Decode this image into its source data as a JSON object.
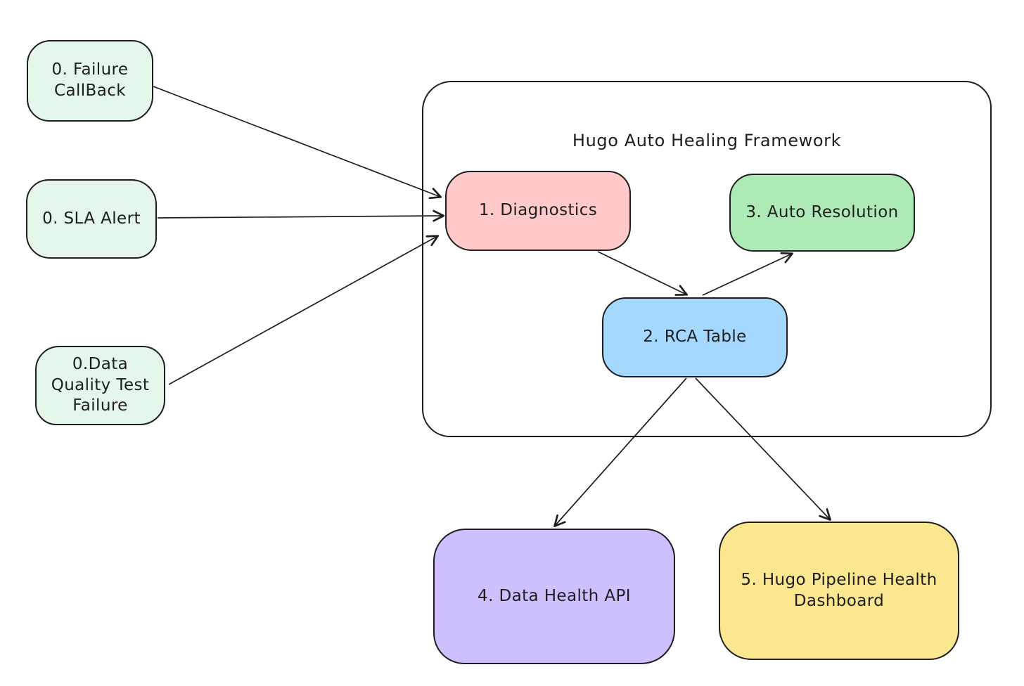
{
  "diagram": {
    "title": "Hugo Auto Healing Framework",
    "colors": {
      "stroke": "#1e1e1e",
      "background": "#ffffff",
      "trigger_fill": "#e4f7ea",
      "diagnostics_fill": "#ffc9c9",
      "auto_resolution_fill": "#aeeab6",
      "rca_table_fill": "#a5d8ff",
      "data_health_api_fill": "#d0bfff",
      "dashboard_fill": "#fbe78f"
    },
    "nodes": [
      {
        "id": "failure-callback",
        "label": "0. Failure\nCallBack",
        "fill": "#e4f7ea"
      },
      {
        "id": "sla-alert",
        "label": "0. SLA Alert",
        "fill": "#e4f7ea"
      },
      {
        "id": "data-quality-test-failure",
        "label": "0.Data\nQuality Test\nFailure",
        "fill": "#e4f7ea"
      },
      {
        "id": "diagnostics",
        "label": "1. Diagnostics",
        "fill": "#ffc9c9"
      },
      {
        "id": "auto-resolution",
        "label": "3. Auto Resolution",
        "fill": "#aeeab6"
      },
      {
        "id": "rca-table",
        "label": "2. RCA Table",
        "fill": "#a5d8ff"
      },
      {
        "id": "data-health-api",
        "label": "4. Data Health API",
        "fill": "#d0bfff"
      },
      {
        "id": "pipeline-health-dashboard",
        "label": "5. Hugo Pipeline Health\nDashboard",
        "fill": "#fbe78f"
      }
    ],
    "edges": [
      {
        "from": "failure-callback",
        "to": "diagnostics"
      },
      {
        "from": "sla-alert",
        "to": "diagnostics"
      },
      {
        "from": "data-quality-test-failure",
        "to": "diagnostics"
      },
      {
        "from": "diagnostics",
        "to": "rca-table"
      },
      {
        "from": "rca-table",
        "to": "auto-resolution"
      },
      {
        "from": "rca-table",
        "to": "data-health-api"
      },
      {
        "from": "rca-table",
        "to": "pipeline-health-dashboard"
      }
    ]
  }
}
